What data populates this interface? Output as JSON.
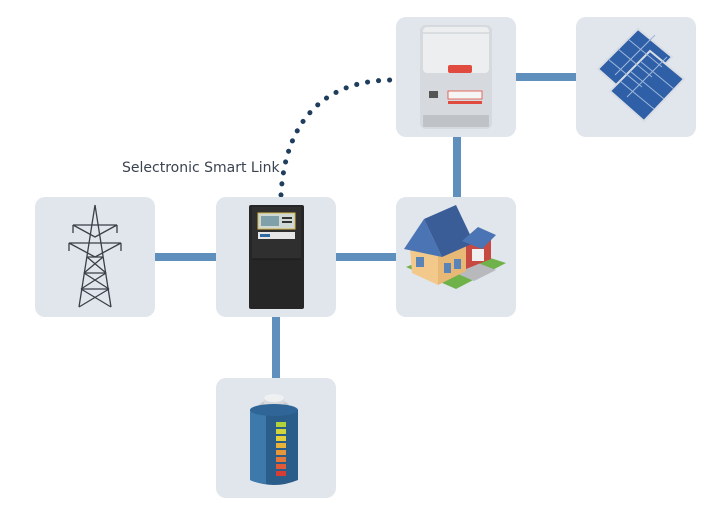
{
  "link_label": "Selectronic Smart Link",
  "colors": {
    "tile_bg": "#e1e5ec",
    "connector": "#5f8fbd",
    "dotted_link": "#1f3d5c"
  },
  "nodes": [
    {
      "id": "grid",
      "icon": "transmission-tower-icon"
    },
    {
      "id": "hybrid-inverter",
      "icon": "selectronic-inverter-icon"
    },
    {
      "id": "house",
      "icon": "house-icon"
    },
    {
      "id": "pv-inverter",
      "icon": "fronius-inverter-icon"
    },
    {
      "id": "solar-panels",
      "icon": "solar-panel-icon"
    },
    {
      "id": "battery",
      "icon": "battery-icon"
    }
  ]
}
